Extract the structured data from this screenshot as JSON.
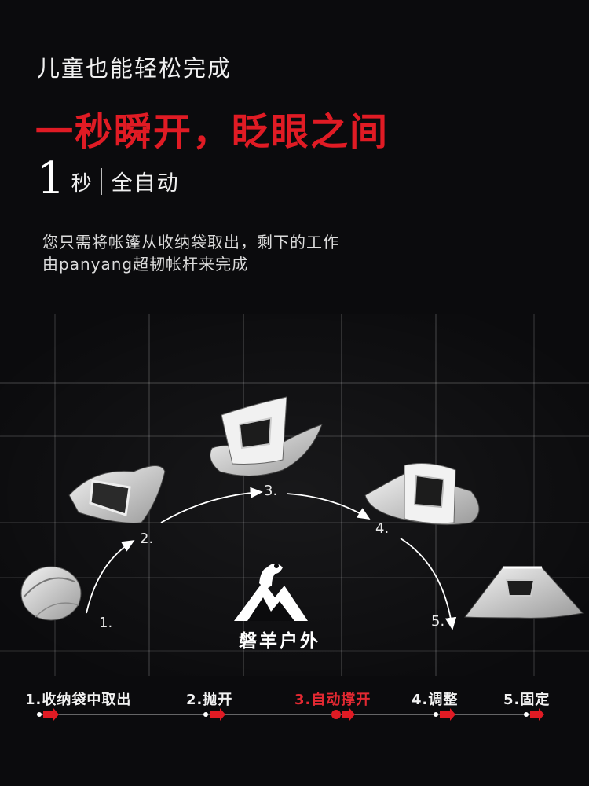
{
  "header": {
    "subtitle": "儿童也能轻松完成",
    "headline": "一秒瞬开，眨眼之间",
    "speed_number": "1",
    "speed_unit": "秒",
    "speed_desc": "全自动"
  },
  "description": {
    "line1": "您只需将帐篷从收纳袋取出，剩下的工作",
    "line2": "由panyang超韧帐杆来完成"
  },
  "diagram": {
    "steps": [
      "1.",
      "2.",
      "3.",
      "4.",
      "5."
    ]
  },
  "logo": {
    "text": "磐羊户外",
    "icon": "mountain-goat-icon"
  },
  "timeline": {
    "items": [
      {
        "label": "1.收纳袋中取出",
        "active": false
      },
      {
        "label": "2.抛开",
        "active": false
      },
      {
        "label": "3.自动撑开",
        "active": true
      },
      {
        "label": "4.调整",
        "active": false
      },
      {
        "label": "5.固定",
        "active": false
      }
    ]
  },
  "colors": {
    "background": "#0b0b0d",
    "accent_red": "#e01b24",
    "text_white": "#f0f0f0"
  }
}
